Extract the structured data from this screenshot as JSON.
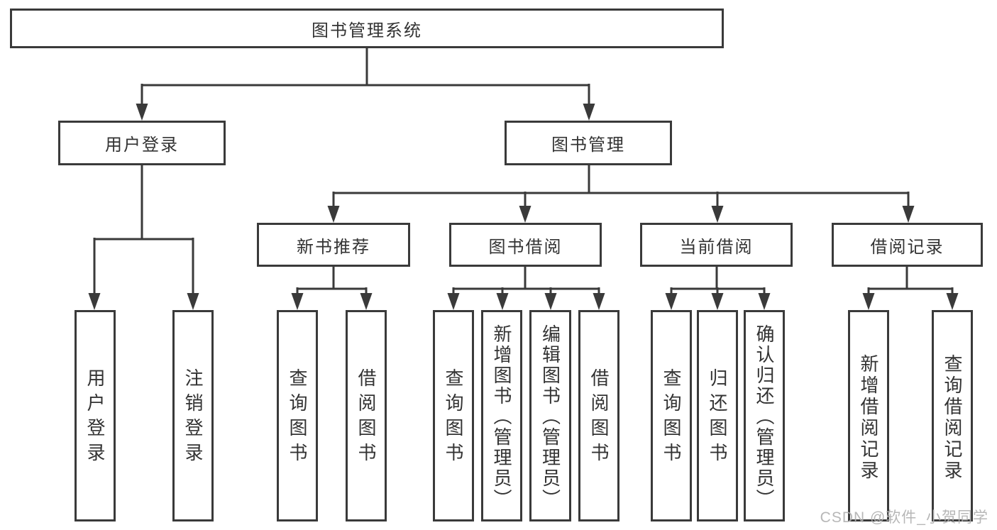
{
  "diagram": {
    "root": {
      "label": "图书管理系统"
    },
    "branches": [
      {
        "label": "用户登录",
        "children": [
          {
            "label": "用户登录"
          },
          {
            "label": "注销登录"
          }
        ]
      },
      {
        "label": "图书管理",
        "children": [
          {
            "label": "新书推荐",
            "children": [
              {
                "label": "查询图书"
              },
              {
                "label": "借阅图书"
              }
            ]
          },
          {
            "label": "图书借阅",
            "children": [
              {
                "label": "查询图书"
              },
              {
                "label": "新增图书（管理员）"
              },
              {
                "label": "编辑图书（管理员）"
              },
              {
                "label": "借阅图书"
              }
            ]
          },
          {
            "label": "当前借阅",
            "children": [
              {
                "label": "查询图书"
              },
              {
                "label": "归还图书"
              },
              {
                "label": "确认归还（管理员）"
              }
            ]
          },
          {
            "label": "借阅记录",
            "children": [
              {
                "label": "新增借阅记录"
              },
              {
                "label": "查询借阅记录"
              }
            ]
          }
        ]
      }
    ]
  },
  "watermark": "CSDN @软件_小贺同学",
  "colors": {
    "line": "#3a3a3a",
    "box_border": "#3a3a3a",
    "box_bg": "#ffffff",
    "text": "#333333",
    "watermark": "#b1b1b1"
  }
}
